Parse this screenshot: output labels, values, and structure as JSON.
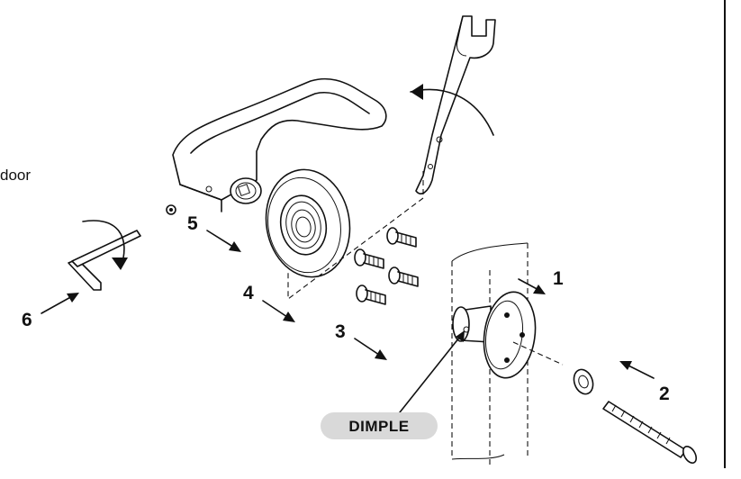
{
  "side_text": "door",
  "steps": [
    "1",
    "2",
    "3",
    "4",
    "5",
    "6"
  ],
  "dimple_label": "DIMPLE",
  "colors": {
    "ink": "#111111",
    "badge_fill": "#d9d9d9",
    "background": "#ffffff"
  },
  "icons": [
    "lever-handle",
    "spanner-wrench",
    "rose-plate",
    "mounting-screws",
    "hub-assembly",
    "washer",
    "through-bolt",
    "hex-key",
    "set-screw",
    "rotation-arrow"
  ]
}
